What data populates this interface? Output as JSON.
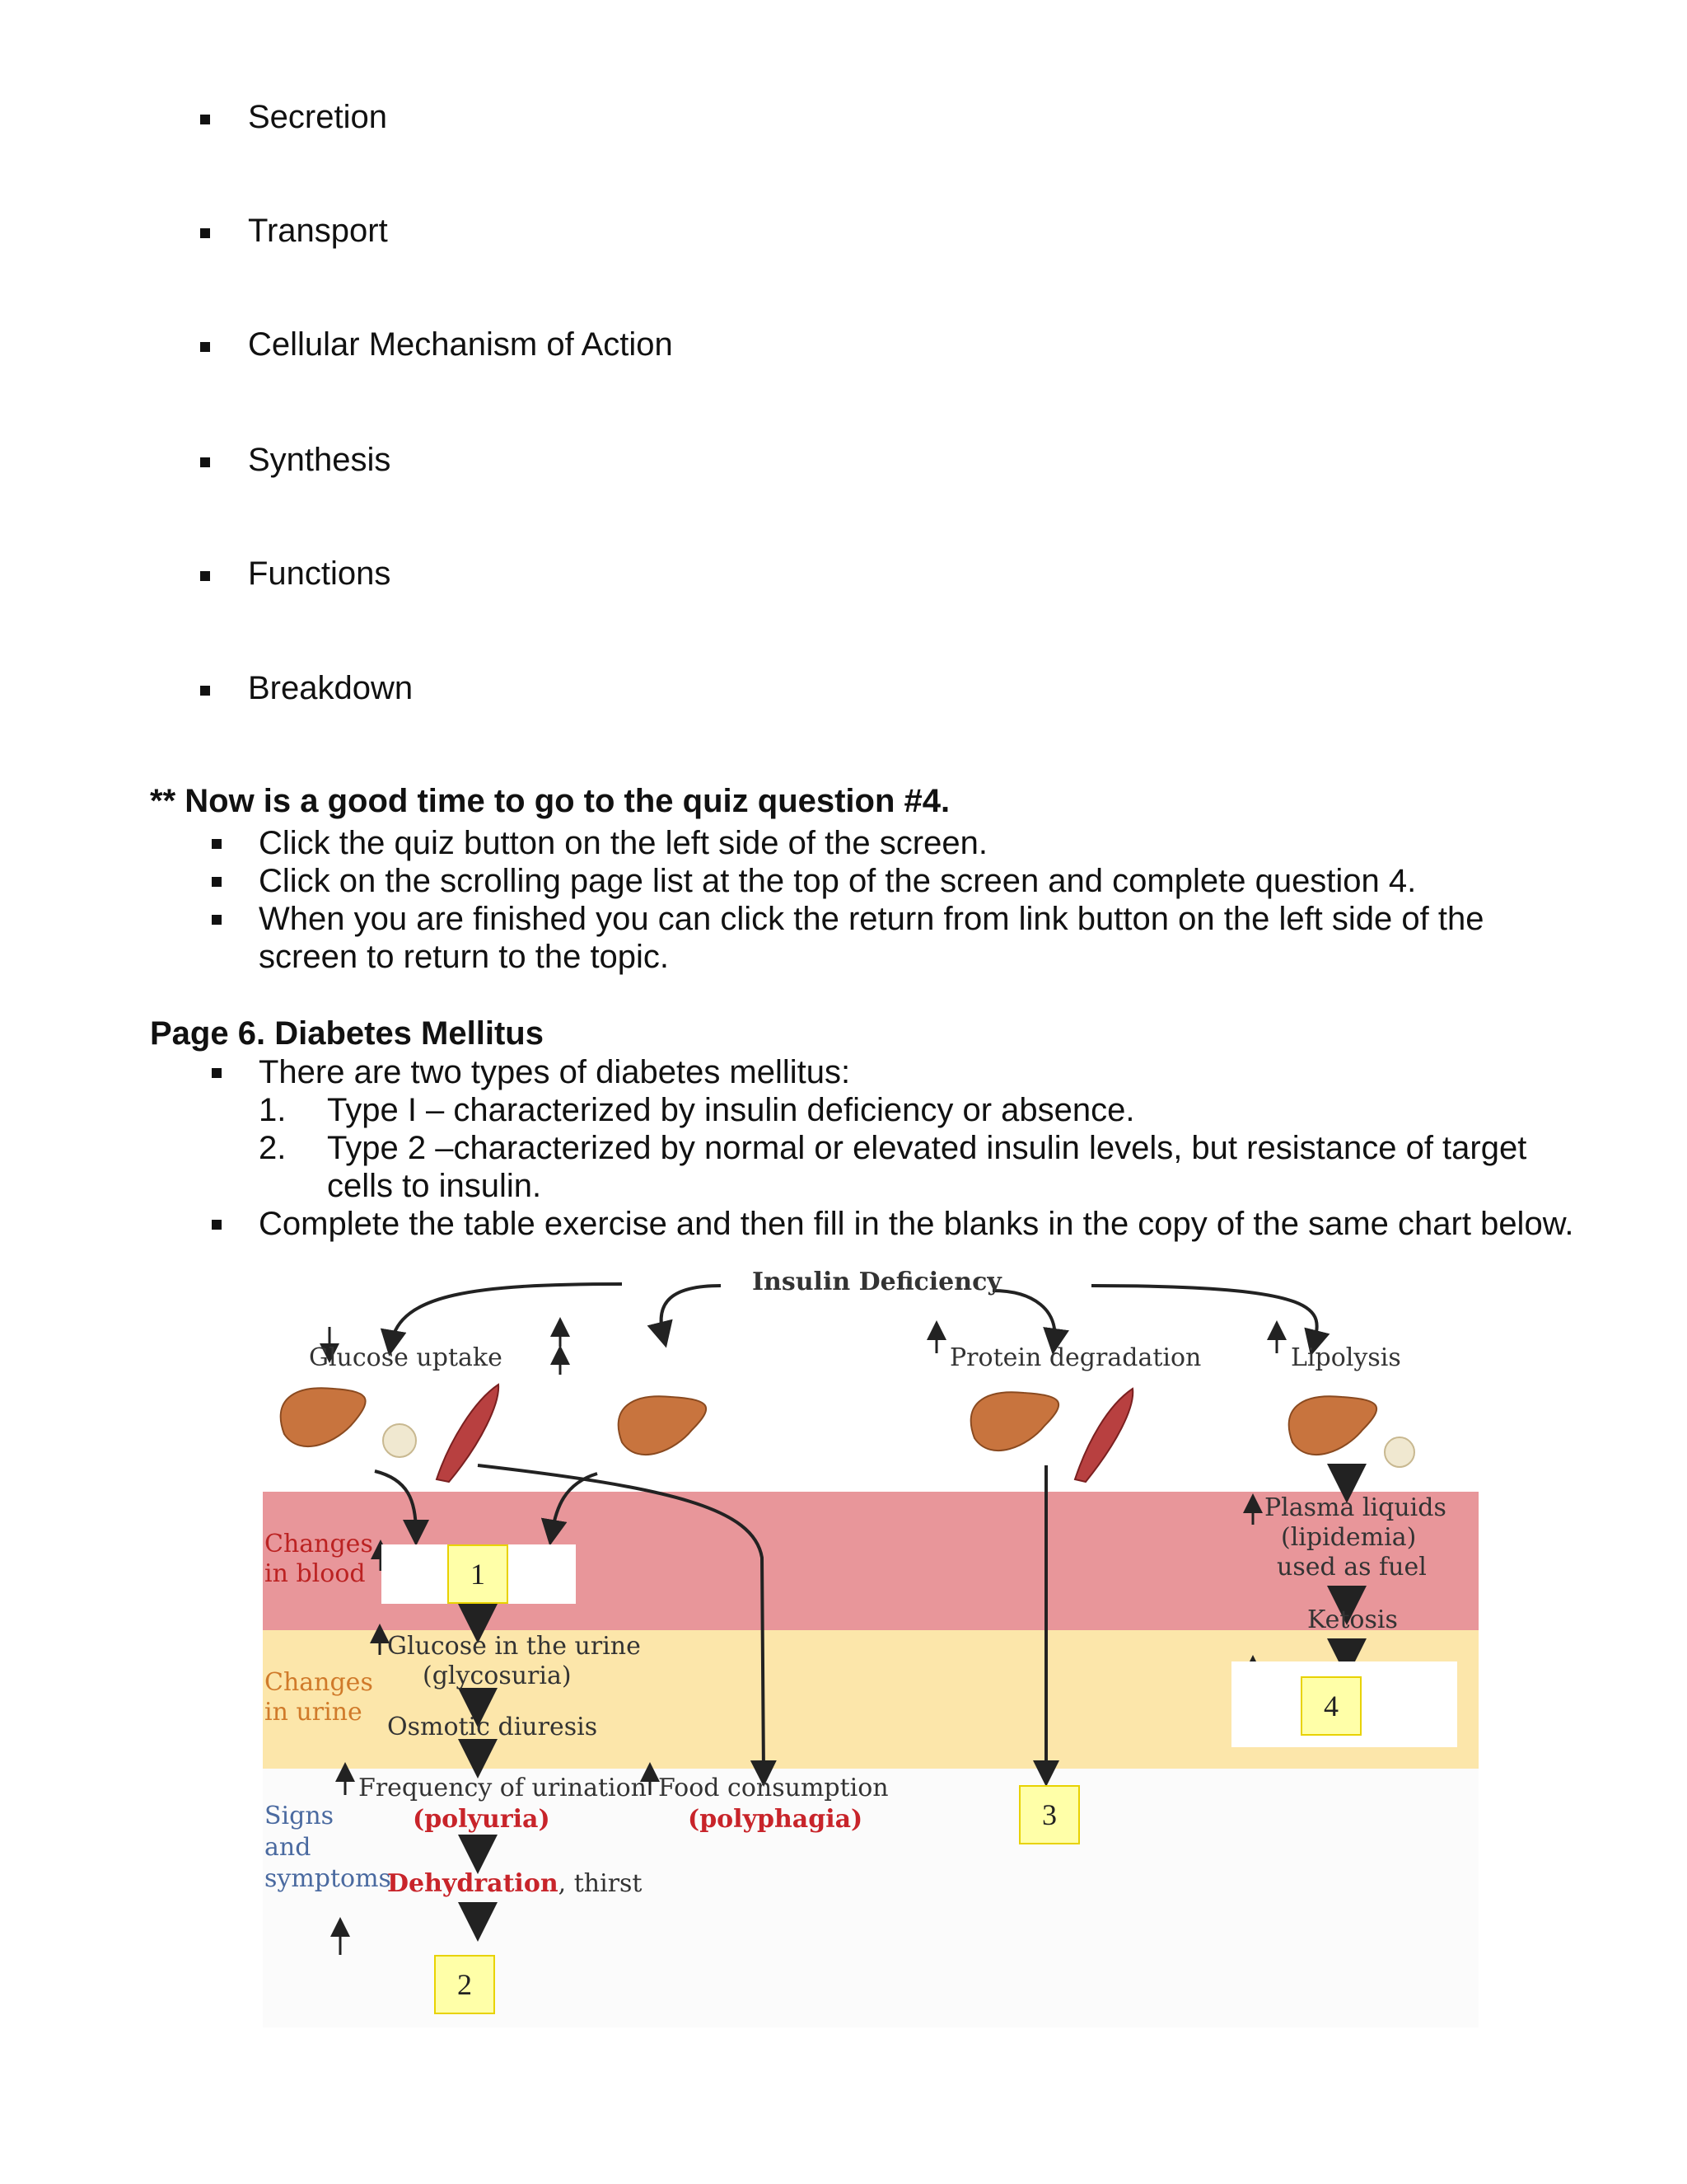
{
  "top_bullets": [
    "Secretion",
    "Transport",
    "Cellular Mechanism of Action",
    "Synthesis",
    "Functions",
    "Breakdown"
  ],
  "quiz": {
    "heading": "** Now is a good time to go to the quiz question #4.",
    "items": [
      "Click the quiz button on the left side of the screen.",
      "Click on the scrolling page list at the top of the screen and complete question 4.",
      "When you are finished you can click the return from link button on the left side of the",
      "screen to return to the topic."
    ]
  },
  "page6": {
    "heading": "Page 6. Diabetes Mellitus",
    "intro": "There are two types of diabetes mellitus:",
    "type1_num": "1.",
    "type1": "Type I – characterized by insulin deficiency or absence.",
    "type2_num": "2.",
    "type2": "Type 2 –characterized by normal or elevated insulin levels, but resistance of target",
    "type2_cont": "cells to insulin.",
    "exercise": "Complete the table exercise and then fill in the blanks in the copy of the same chart below."
  },
  "figure": {
    "title": "Insulin Deficiency",
    "glucose_uptake": "Glucose uptake",
    "protein_degradation": "Protein degradation",
    "lipolysis": "Lipolysis",
    "changes_in_blood_1": "Changes",
    "changes_in_blood_2": "in blood",
    "changes_in_urine_1": "Changes",
    "changes_in_urine_2": "in urine",
    "signs_1": "Signs",
    "signs_2": "and",
    "signs_3": "symptoms",
    "glucose_urine": "Glucose in the urine",
    "glycosuria": "(glycosuria)",
    "osmotic": "Osmotic diuresis",
    "frequency": "Frequency of urination",
    "polyuria": "(polyuria)",
    "food": "Food consumption",
    "polyphagia": "(polyphagia)",
    "dehydration": "Dehydration",
    "thirst": ", thirst",
    "plasma": "Plasma liquids",
    "lipidemia": "(lipidemia)",
    "fuel": "used as fuel",
    "ketosis": "Ketosis",
    "blank_labels": [
      "1",
      "2",
      "3",
      "4"
    ],
    "colors": {
      "blood": "#e8969a",
      "urine": "#fce6aa",
      "signs": "#fbfbfb"
    }
  }
}
